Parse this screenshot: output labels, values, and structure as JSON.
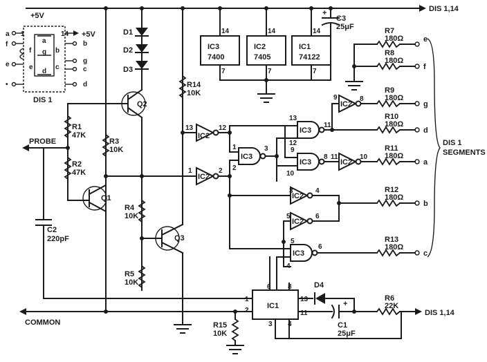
{
  "rails": {
    "vcc": "+5V",
    "dis_top": "DIS 1,14",
    "dis_bottom": "DIS 1,14",
    "common": "COMMON",
    "probe": "PROBE"
  },
  "display": {
    "name": "DIS 1",
    "left_pins": [
      "a",
      "f",
      "e",
      "•"
    ],
    "pin1": "1",
    "pin14": "14",
    "vcc": "+5V",
    "right_pins": [
      "b",
      "g",
      "c",
      "d"
    ],
    "segments": {
      "a": "a",
      "b": "b",
      "c": "c",
      "d": "d",
      "e": "e",
      "f": "f",
      "g": "g"
    }
  },
  "diodes": {
    "d1": "D1",
    "d2": "D2",
    "d3": "D3",
    "d4": "D4"
  },
  "resistors": {
    "r1": [
      "R1",
      "47K"
    ],
    "r2": [
      "R2",
      "47K"
    ],
    "r3": [
      "R3",
      "10K"
    ],
    "r4": [
      "R4",
      "10K"
    ],
    "r5": [
      "R5",
      "10K"
    ],
    "r14": [
      "R14",
      "10K"
    ],
    "r15": [
      "R15",
      "10K"
    ],
    "r6": [
      "R6",
      "22K"
    ],
    "r7": [
      "R7",
      "180Ω"
    ],
    "r8": [
      "R8",
      "180Ω"
    ],
    "r9": [
      "R9",
      "180Ω"
    ],
    "r10": [
      "R10",
      "180Ω"
    ],
    "r11": [
      "R11",
      "180Ω"
    ],
    "r12": [
      "R12",
      "180Ω"
    ],
    "r13": [
      "R13",
      "180Ω"
    ]
  },
  "capacitors": {
    "c1": [
      "C1",
      "25μF"
    ],
    "c2": [
      "C2",
      "220pF"
    ],
    "c3": [
      "C3",
      "25μF"
    ],
    "plus": "+"
  },
  "transistors": {
    "q1": "Q1",
    "q2": "Q2",
    "q3": "Q3"
  },
  "ics": {
    "ic3": {
      "name": "IC3",
      "part": "7400",
      "vcc_pin": "14",
      "gnd_pin": "7"
    },
    "ic2": {
      "name": "IC2",
      "part": "7405",
      "vcc_pin": "14",
      "gnd_pin": "7"
    },
    "ic1": {
      "name": "IC1",
      "part": "74122",
      "vcc_pin": "14",
      "gnd_pin": "7"
    },
    "timer": {
      "name": "IC1",
      "pins": {
        "p1": "1",
        "p2": "2",
        "p3": "3",
        "p4": "4",
        "p6": "6",
        "p8": "8",
        "p11": "11",
        "p13": "13"
      }
    }
  },
  "gates": {
    "inv_a": {
      "name": "IC2",
      "pin_in": "13",
      "pin_out": "12"
    },
    "inv_b": {
      "name": "IC2",
      "pin_in": "1",
      "pin_out": "2"
    },
    "nand_a": {
      "name": "IC3",
      "pin_in1": "1",
      "pin_in2": "2",
      "pin_out": "3"
    },
    "nand_b": {
      "name": "IC3",
      "pin_in1": "13",
      "pin_in2": "12",
      "pin_out": "11"
    },
    "nand_c": {
      "name": "IC3",
      "pin_in1": "9",
      "pin_in2": "10",
      "pin_out": "8"
    },
    "nand_d": {
      "name": "IC3",
      "pin_in1": "5",
      "pin_in2": "4",
      "pin_out": "6"
    },
    "inv_g": {
      "name": "IC2",
      "pin_in": "9",
      "pin_out": "8"
    },
    "inv_aseg": {
      "name": "IC2",
      "pin_in": "11",
      "pin_out": "10"
    },
    "inv_b1": {
      "name": "IC2",
      "pin_in": "3",
      "pin_out": "4"
    },
    "inv_b2": {
      "name": "IC2",
      "pin_in": "5",
      "pin_out": "6"
    }
  },
  "outputs": {
    "e": "e",
    "f": "f",
    "g": "g",
    "d": "d",
    "a": "a",
    "b": "b",
    "c": "c"
  },
  "segments_label": {
    "line1": "DIS 1",
    "line2": "SEGMENTS"
  }
}
